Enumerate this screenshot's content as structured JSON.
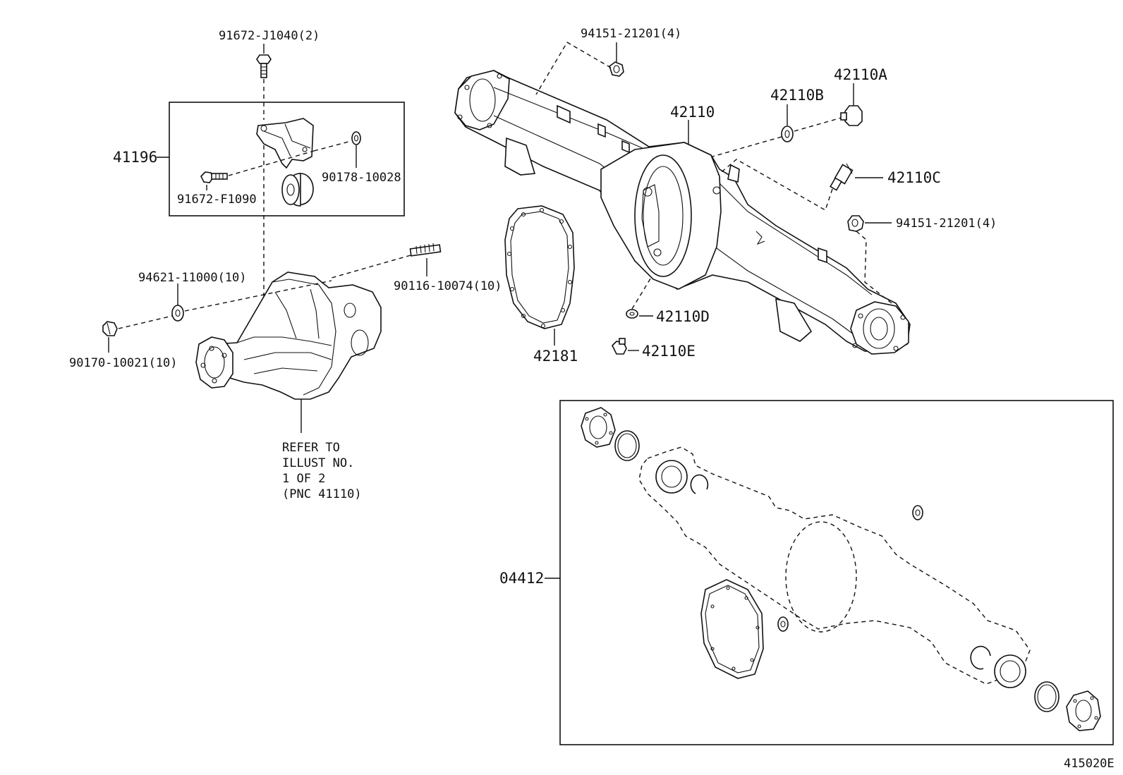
{
  "labels": {
    "bolt_top": "91672-J1040(2)",
    "bracket_assy": "41196",
    "bolt_bracket": "91672-F1090",
    "washer_bracket": "90178-10028",
    "washer_stud": "94621-11000(10)",
    "nut_stud": "90170-10021(10)",
    "stud": "90116-10074(10)",
    "refer_line1": "REFER TO",
    "refer_line2": "ILLUST NO.",
    "refer_line3": "1 OF 2",
    "refer_line4": "(PNC 41110)",
    "nut_top": "94151-21201(4)",
    "housing": "42110",
    "plug_b": "42110B",
    "plug_a": "42110A",
    "breather_c": "42110C",
    "nut_right": "94151-21201(4)",
    "gasket_d": "42110D",
    "plug_e": "42110E",
    "gasket_carrier": "42181",
    "gasket_kit": "04412",
    "illust_code": "415020E"
  }
}
